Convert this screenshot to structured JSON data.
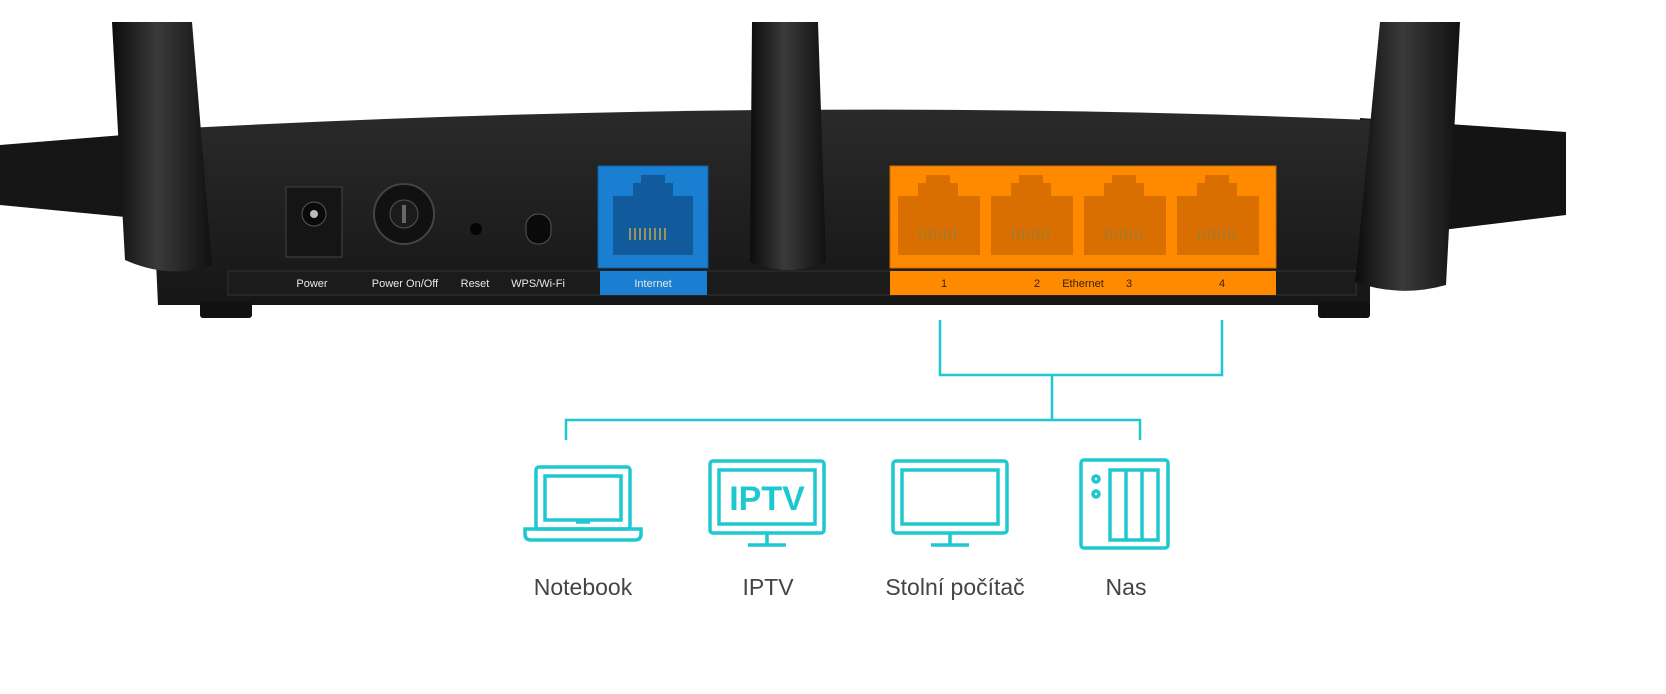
{
  "router": {
    "port_labels": {
      "power": "Power",
      "power_switch": "Power On/Off",
      "reset": "Reset",
      "wps": "WPS/Wi-Fi",
      "internet": "Internet",
      "ethernet": "Ethernet",
      "lan_numbers": [
        "1",
        "2",
        "3",
        "4"
      ]
    }
  },
  "devices": [
    {
      "label": "Notebook",
      "icon": "laptop-icon"
    },
    {
      "label": "IPTV",
      "icon": "tv-icon",
      "screen_text": "IPTV"
    },
    {
      "label": "Stolní počítač",
      "icon": "desktop-icon"
    },
    {
      "label": "Nas",
      "icon": "nas-icon"
    }
  ],
  "colors": {
    "accent": "#1ec8d0",
    "wan": "#1a7fd1",
    "lan": "#ff8a00",
    "body": "#1c1c1c"
  }
}
